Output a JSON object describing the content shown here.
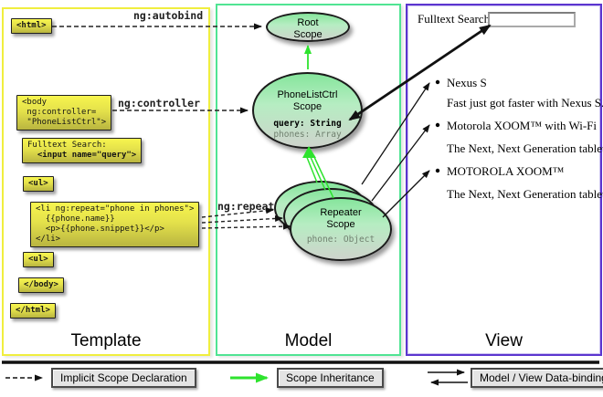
{
  "diagram": {
    "columns": {
      "template": {
        "label": "Template"
      },
      "model": {
        "label": "Model"
      },
      "view": {
        "label": "View"
      }
    },
    "template": {
      "boxes": {
        "html_open": "<html>",
        "body_open": "<body\n ng:controller=\n \"PhoneListCtrl\">",
        "fulltext_line1": "Fulltext Search:",
        "fulltext_line2": "  <input name=\"query\">",
        "ul_open": "<ul>",
        "li_repeat": "<li ng:repeat=\"phone in phones\">\n  {{phone.name}}\n  <p>{{phone.snippet}}</p>\n</li>",
        "ul_close": "<ul>",
        "body_close": "</body>",
        "html_close": "</html>"
      },
      "arrow_labels": {
        "autobind": "ng:autobind",
        "controller": "ng:controller",
        "repeat": "ng:repeat"
      }
    },
    "model": {
      "root_scope": {
        "title": "Root\nScope"
      },
      "phonelist_scope": {
        "title": "PhoneListCtrl\nScope",
        "prop_query": "query: String",
        "prop_phones": "phones: Array"
      },
      "repeater_scope": {
        "title": "Repeater\nScope",
        "prop_phone": "phone: Object"
      }
    },
    "view": {
      "fulltext_label": "Fulltext Search:",
      "search_value": "",
      "items": [
        {
          "title": "Nexus S",
          "desc": "Fast just got faster with Nexus S."
        },
        {
          "title": "Motorola XOOM™  with Wi-Fi",
          "desc": "The Next, Next Generation tablet."
        },
        {
          "title": "MOTOROLA XOOM™",
          "desc": "The Next, Next Generation tablet."
        }
      ]
    },
    "legend": {
      "items": [
        {
          "label": "Implicit Scope Declaration"
        },
        {
          "label": "Scope Inheritance"
        },
        {
          "label": "Model / View Data-binding"
        }
      ]
    },
    "colors": {
      "template_border": "#f0ee3e",
      "model_border": "#50e493",
      "view_border": "#5b35cf",
      "scope_fill_top": "#86e59c",
      "scope_fill_bottom": "#ced3cc",
      "green_arrow": "#2ee32e",
      "code_box_yellow": "#f7f54e"
    }
  }
}
